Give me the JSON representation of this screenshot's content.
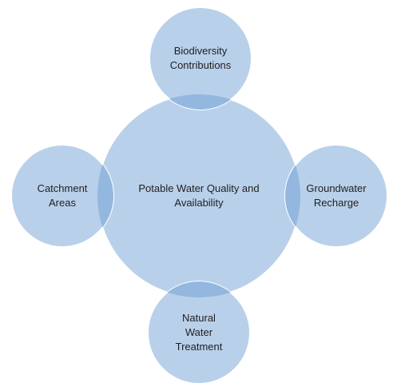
{
  "diagram": {
    "center": {
      "label": "Potable Water Quality and\nAvailability"
    },
    "satellites": [
      {
        "id": "top",
        "label": "Biodiversity\nContributions"
      },
      {
        "id": "left",
        "label": "Catchment\nAreas"
      },
      {
        "id": "right",
        "label": "Groundwater\nRecharge"
      },
      {
        "id": "bottom",
        "label": "Natural\nWater\nTreatment"
      }
    ],
    "colors": {
      "fill": "#b9d0ea",
      "overlap": "#93b7de",
      "stroke": "#ffffff",
      "text": "#1f1f1f"
    }
  }
}
